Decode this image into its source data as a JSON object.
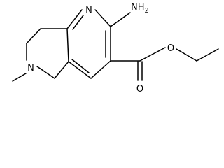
{
  "atoms": {
    "ring_n1": "N",
    "amino": "NH2",
    "ring_n6": "N",
    "carbonyl_o": "O",
    "ester_o": "O"
  },
  "colors": {
    "bond": "#000000",
    "label": "#000000",
    "background": "#ffffff"
  }
}
